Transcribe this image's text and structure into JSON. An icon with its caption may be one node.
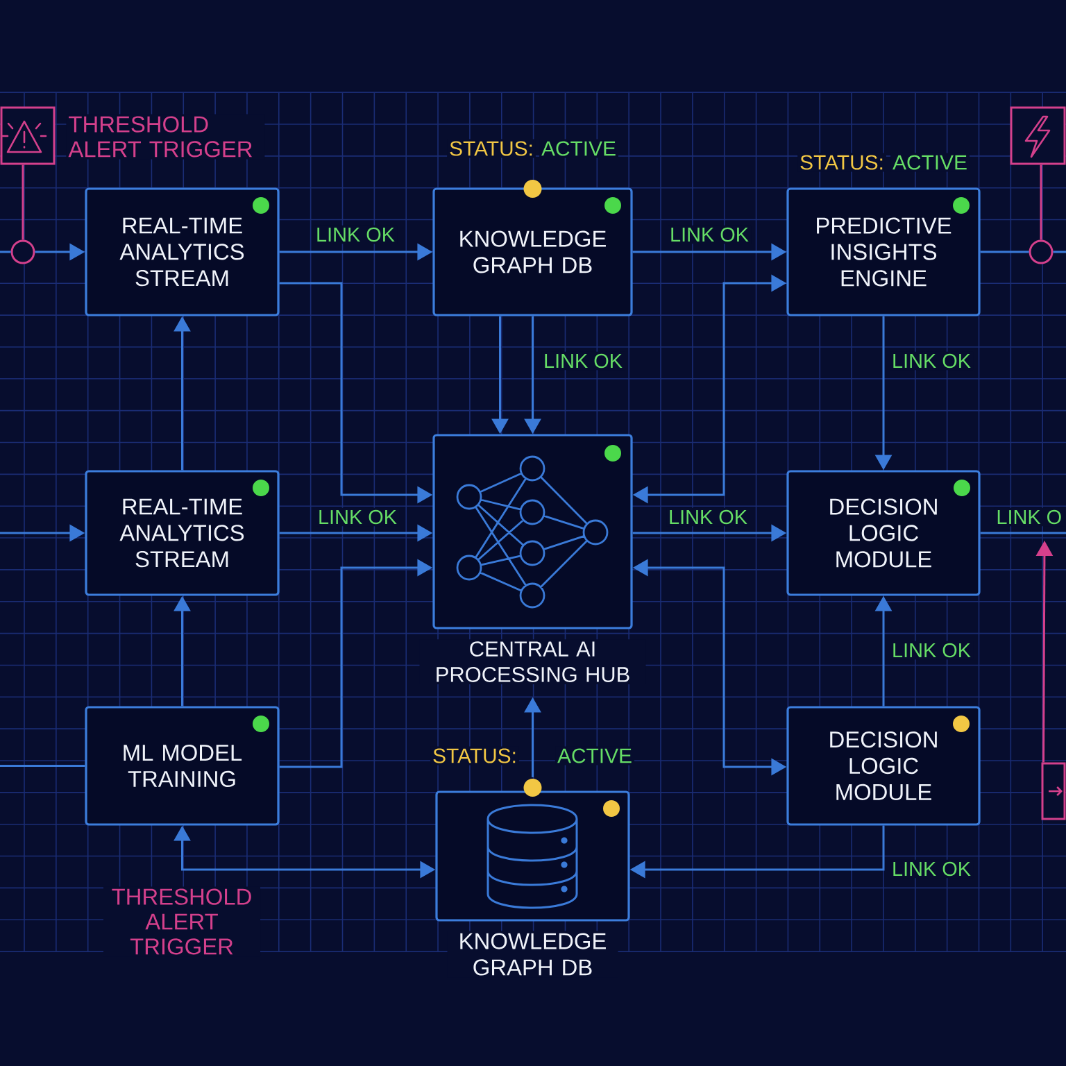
{
  "diagram": {
    "nodes": [
      {
        "text": [],
        "shape": "box",
        "beside": [
          "THRESHOLD ALERT TRIGGER"
        ]
      },
      {
        "text": [],
        "shape": "circle"
      },
      {
        "text": [
          "REAL-TIME ANALYTICS STREAM"
        ]
      },
      {
        "text": [
          "KNOWLEDGE GRAPH DB"
        ],
        "beside": [
          "STATUS:",
          "ACTIVE"
        ]
      },
      {
        "text": [
          "PREDICTIVE INSIGHTS ENGINE"
        ],
        "beside": [
          "STATUS:",
          "ACTIVE"
        ]
      },
      {
        "text": [],
        "shape": "box"
      },
      {
        "text": [],
        "shape": "circle"
      },
      {
        "text": [
          "REAL-TIME ANALYTICS STREAM"
        ]
      },
      {
        "text": [
          "CENTRAL AI PROCESSING HUB"
        ]
      },
      {
        "text": [
          "DECISION LOGIC MODULE"
        ]
      },
      {
        "text": [
          "ML MODEL TRAINING"
        ]
      },
      {
        "text": [
          "KNOWLEDGE GRAPH DB"
        ],
        "beside": [
          "STATUS:",
          "ACTIVE"
        ]
      },
      {
        "text": [
          "DECISION LOGIC MODULE"
        ]
      },
      {
        "text": [],
        "shape": "box"
      }
    ],
    "edges": [
      {
        "from": 0,
        "to": 1,
        "arrow": "none",
        "color": "#d4408c"
      },
      {
        "from": null,
        "to": 1,
        "arrow": "none"
      },
      {
        "from": 1,
        "to": 2,
        "arrow": "to"
      },
      {
        "from": 2,
        "to": 3,
        "arrow": "to",
        "label": "LINK OK"
      },
      {
        "from": 2,
        "to": 8,
        "arrow": "to"
      },
      {
        "from": 3,
        "to": 8,
        "arrow": "to"
      },
      {
        "from": 3,
        "to": 8,
        "arrow": "to",
        "label": "LINK OK"
      },
      {
        "from": 3,
        "to": 4,
        "arrow": "to",
        "label": "LINK OK"
      },
      {
        "from": 8,
        "to": 4,
        "arrow": "both"
      },
      {
        "from": 4,
        "to": 6,
        "arrow": "none"
      },
      {
        "from": 5,
        "to": 6,
        "arrow": "none",
        "color": "#d4408c"
      },
      {
        "from": 6,
        "to": null,
        "arrow": "none"
      },
      {
        "from": 4,
        "to": 9,
        "arrow": "to",
        "label": "LINK OK"
      },
      {
        "from": null,
        "to": 7,
        "arrow": "to"
      },
      {
        "from": 7,
        "to": 2,
        "arrow": "to"
      },
      {
        "from": 7,
        "to": 8,
        "arrow": "to",
        "label": "LINK OK"
      },
      {
        "from": 10,
        "to": 8,
        "arrow": "to"
      },
      {
        "from": 8,
        "to": 9,
        "arrow": "to",
        "label": "LINK OK"
      },
      {
        "from": 8,
        "to": 12,
        "arrow": "both"
      },
      {
        "from": 9,
        "to": null,
        "arrow": "none",
        "label": "LINK O"
      },
      {
        "from": 10,
        "to": 7,
        "arrow": "to"
      },
      {
        "from": null,
        "to": 10,
        "arrow": "none"
      },
      {
        "from": 11,
        "to": 8,
        "arrow": "to"
      },
      {
        "from": 12,
        "to": 9,
        "arrow": "to",
        "label": "LINK OK"
      },
      {
        "from": 12,
        "to": 11,
        "arrow": "to",
        "label": "LINK OK"
      },
      {
        "from": 10,
        "to": 11,
        "arrow": "both"
      },
      {
        "from": 13,
        "to": null,
        "arrow": "to",
        "color": "#d4408c"
      }
    ],
    "labels": [
      "THRESHOLD ALERT TRIGGER"
    ]
  }
}
